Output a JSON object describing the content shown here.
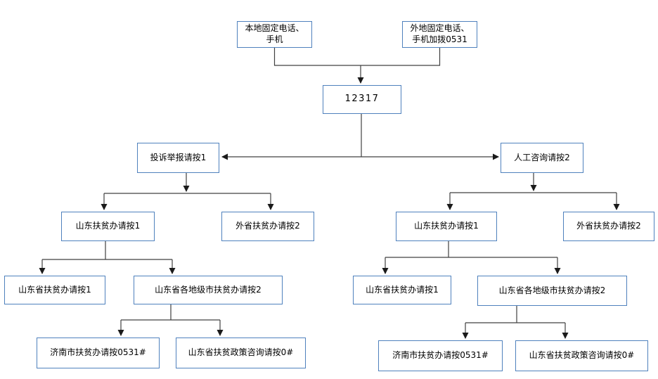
{
  "colors": {
    "box_border": "#4f81bd",
    "connector": "#404040",
    "arrowhead": "#1a1a1a",
    "text": "#000000",
    "background": "#ffffff"
  },
  "nodes": {
    "entry_local": {
      "label": "本地固定电话、\n手机"
    },
    "entry_remote": {
      "label": "外地固定电话、\n手机加拨0531"
    },
    "hotline": {
      "label": "12317"
    },
    "complaint": {
      "root": {
        "label": "投诉举报请按1"
      },
      "shandong": {
        "label": "山东扶贫办请按1"
      },
      "other_province": {
        "label": "外省扶贫办请按2"
      },
      "provincial": {
        "label": "山东省扶贫办请按1"
      },
      "cities": {
        "label": "山东省各地级市扶贫办请按2"
      },
      "jinan": {
        "label": "济南市扶贫办请按0531#"
      },
      "policy": {
        "label": "山东省扶贫政策咨询请按0#"
      }
    },
    "consult": {
      "root": {
        "label": "人工咨询请按2"
      },
      "shandong": {
        "label": "山东扶贫办请按1"
      },
      "other_province": {
        "label": "外省扶贫办请按2"
      },
      "provincial": {
        "label": "山东省扶贫办请按1"
      },
      "cities": {
        "label": "山东省各地级市扶贫办请按2"
      },
      "jinan": {
        "label": "济南市扶贫办请按0531#"
      },
      "policy": {
        "label": "山东省扶贫政策咨询请按0#"
      }
    }
  },
  "edges": [
    [
      "entry_local",
      "hotline"
    ],
    [
      "entry_remote",
      "hotline"
    ],
    [
      "hotline",
      "complaint.root"
    ],
    [
      "hotline",
      "consult.root"
    ],
    [
      "complaint.root",
      "complaint.shandong"
    ],
    [
      "complaint.root",
      "complaint.other_province"
    ],
    [
      "complaint.shandong",
      "complaint.provincial"
    ],
    [
      "complaint.shandong",
      "complaint.cities"
    ],
    [
      "complaint.cities",
      "complaint.jinan"
    ],
    [
      "complaint.cities",
      "complaint.policy"
    ],
    [
      "consult.root",
      "consult.shandong"
    ],
    [
      "consult.root",
      "consult.other_province"
    ],
    [
      "consult.shandong",
      "consult.provincial"
    ],
    [
      "consult.shandong",
      "consult.cities"
    ],
    [
      "consult.cities",
      "consult.jinan"
    ],
    [
      "consult.cities",
      "consult.policy"
    ]
  ]
}
